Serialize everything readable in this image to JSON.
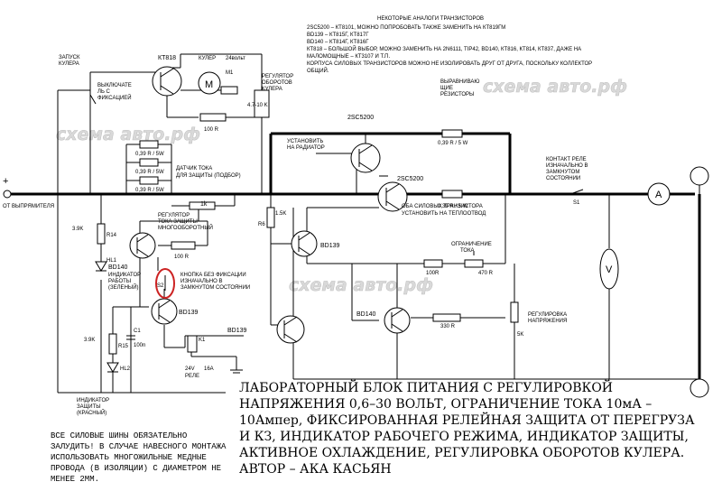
{
  "analogs": {
    "title": "НЕКОТОРЫЕ АНАЛОГИ ТРАНЗИСТОРОВ",
    "lines": [
      "2SC5200 – КТ8101, МОЖНО ПОПРОБОВАТЬ ТАКЖЕ ЗАМЕНИТЬ НА КТ819ГМ",
      "BD139 – КТ815Г, КТ817Г",
      "BD140 – КТ814Г, КТ816Г",
      "КТ818 – БОЛЬШОЙ ВЫБОР, МОЖНО ЗАМЕНИТЬ НА 2N6111, TIP42, BD140, КТ816, КТ814, КТ837, ДАЖЕ НА",
      "МАЛОМОЩНЫЕ – КТ3107 И Т.П.",
      "КОРПУСА СИЛОВЫХ ТРАНЗИСТОРОВ МОЖНО НЕ ИЗОЛИРОВАТЬ ДРУГ ОТ ДРУГА, ПОСКОЛЬКУ КОЛЛЕКТОР",
      "ОБЩИЙ."
    ]
  },
  "watermarks": [
    "схема авто.рф",
    "схема авто.рф",
    "схема авто.рф"
  ],
  "labels": {
    "start_cooler": [
      "ЗАПУСК",
      "КУЛЕРА"
    ],
    "switch_fix": [
      "ВЫКЛЮЧАТЕ",
      "ЛЬ С",
      "ФИКСАЦИЕЙ"
    ],
    "kt818": "КТ818",
    "cooler": "КУЛЕР",
    "cooler_volt": "24вольт",
    "m1_ref": "M1",
    "m1_sym": "M",
    "fan_reg": [
      "РЕГУЛЯТОР",
      "ОБОРОТОВ",
      "КУЛЕРА"
    ],
    "r_47_10k": "4.7-10 K",
    "r_100r_top": "100 R",
    "equal_res": [
      "ВЫРАВНИВАЮ",
      "ЩИЕ",
      "РЕЗИСТОРЫ"
    ],
    "sc5200_top": "2SC5200",
    "sc5200_bot": "2SC5200",
    "install_radiator": [
      "УСТАНОВИТЬ",
      "НА РАДИАТОР"
    ],
    "r_039_top": "0,39 R / 5 W",
    "r_039_bot": "0,39 R / 5 W",
    "shunt_a": "0,39 R / 5W",
    "shunt_b": "0,39 R / 5W",
    "shunt_c": "0,39 R / 5W",
    "current_sensor": [
      "ДАТЧИК ТОКА",
      "ДЛЯ ЗАЩИТЫ (ПОДБОР)"
    ],
    "both_power": [
      "ОБА СИЛОВЫХ ТРАНЗИСТОРА",
      "УСТАНОВИТЬ НА ТЕПЛООТВОД"
    ],
    "relay_contact": [
      "КОНТАКТ РЕЛЕ",
      "ИЗНАЧАЛЬНО В",
      "ЗАМКНУТОМ",
      "СОСТОЯНИИ"
    ],
    "s1": "S1",
    "ammeter": "A",
    "voltmeter": "V",
    "from_rectifier": "ОТ ВЫПРЯМИТЕЛЯ",
    "plus": "+",
    "r_1k": "1k",
    "cur_reg": [
      "РЕГУЛЯТОР",
      "ТОКА ЗАЩИТЫ",
      "МНОГООБОРОТНЫЙ"
    ],
    "r_100r_mid": "100 R",
    "r_15k": "1.5K",
    "r6": "R6",
    "r_39k_a": "3.9K",
    "r14": "R14",
    "hl1": "HL1",
    "bd140_left": "BD140",
    "work_ind": [
      "ИНДИКАТОР",
      "РАБОТЫ",
      "(ЗЕЛЕНЫЙ)"
    ],
    "bd139_a": "BD139",
    "cur_limit": [
      "ОГРАНИЧЕНИЕ",
      "ТОКА"
    ],
    "r_100r_lim": "100R",
    "r_470r": "470 R",
    "button": [
      "КНОПКА БЕЗ ФИКСАЦИИ",
      "ИЗНАЧАЛЬНО В",
      "ЗАМКНУТОМ СОСТОЯНИИ"
    ],
    "s2": "S2",
    "bd139_b": "BD139",
    "bd140_right": "BD140",
    "r_330r": "330 R",
    "volt_reg": [
      "РЕГУЛИРОВКА",
      "НАПРЯЖЕНИЯ"
    ],
    "r_5k": "5K",
    "r_39k_b": "3.9K",
    "r15": "R15",
    "c1": "C1",
    "c1_val": "100n",
    "k1": "K1",
    "bd139_c": "BD139",
    "relay_spec": [
      "24V",
      "16A"
    ],
    "relay": "РЕЛЕ",
    "hl2": "HL2",
    "prot_ind": [
      "ИНДИКАТОР",
      "ЗАЩИТЫ",
      "(КРАСНЫЙ)"
    ]
  },
  "title_block": [
    "ЛАБОРАТОРНЫЙ БЛОК ПИТАНИЯ С РЕГУЛИРОВКОЙ",
    "НАПРЯЖЕНИЯ 0,6–30 ВОЛЬТ, ОГРАНИЧЕНИЕ ТОКА 10мА –",
    "10Ампер, ФИКСИРОВАННАЯ РЕЛЕЙНАЯ ЗАЩИТА ОТ ПЕРЕГРУЗА",
    "И КЗ, ИНДИКАТОР РАБОЧЕГО РЕЖИМА, ИНДИКАТОР ЗАЩИТЫ,",
    "АКТИВНОЕ ОХЛАЖДЕНИЕ, РЕГУЛИРОВКА ОБОРОТОВ КУЛЕРА.",
    "АВТОР – АКА КАСЬЯН"
  ],
  "bus_note": [
    "ВСЕ СИЛОВЫЕ ШИНЫ ОБЯЗАТЕЛЬНО",
    "ЗАЛУДИТЬ! В СЛУЧАЕ НАВЕСНОГО МОНТАЖА",
    "ИСПОЛЬЗОВАТЬ МНОГОЖИЛЬНЫЕ МЕДНЫЕ",
    "ПРОВОДА (В ИЗОЛЯЦИИ) С ДИАМЕТРОМ НЕ",
    "МЕНЕЕ 2ММ."
  ],
  "colors": {
    "ink": "#000000",
    "highlight": "#cc2222",
    "watermark": "#cfcfcf"
  }
}
